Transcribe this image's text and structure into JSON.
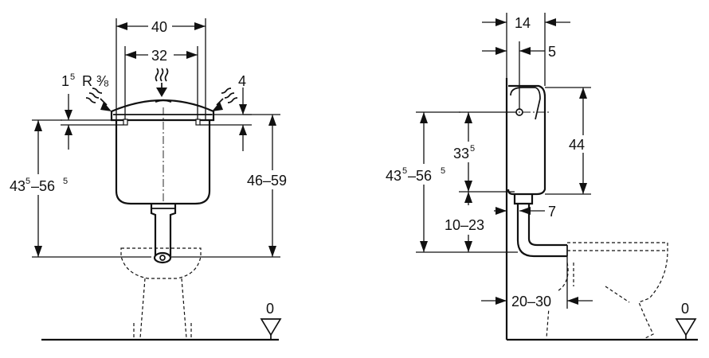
{
  "front_view": {
    "dim_width_outer": "40",
    "dim_width_inner": "32",
    "dim_1_5_main": "1",
    "dim_1_5_sup": "5",
    "dim_inlet": "R ⅜",
    "dim_4": "4",
    "dim_height_left_a": "43",
    "dim_height_left_a_sup": "5",
    "dim_height_left_b": "–56",
    "dim_height_left_b_sup": "5",
    "dim_height_right": "46–59",
    "floor_level": "0"
  },
  "side_view": {
    "dim_14": "14",
    "dim_5": "5",
    "dim_44": "44",
    "dim_33_main": "33",
    "dim_33_sup": "5",
    "dim_height_a": "43",
    "dim_height_a_sup": "5",
    "dim_height_b": "–56",
    "dim_height_b_sup": "5",
    "dim_7": "7",
    "dim_10_23": "10–23",
    "dim_20_30": "20–30",
    "floor_level": "0"
  }
}
